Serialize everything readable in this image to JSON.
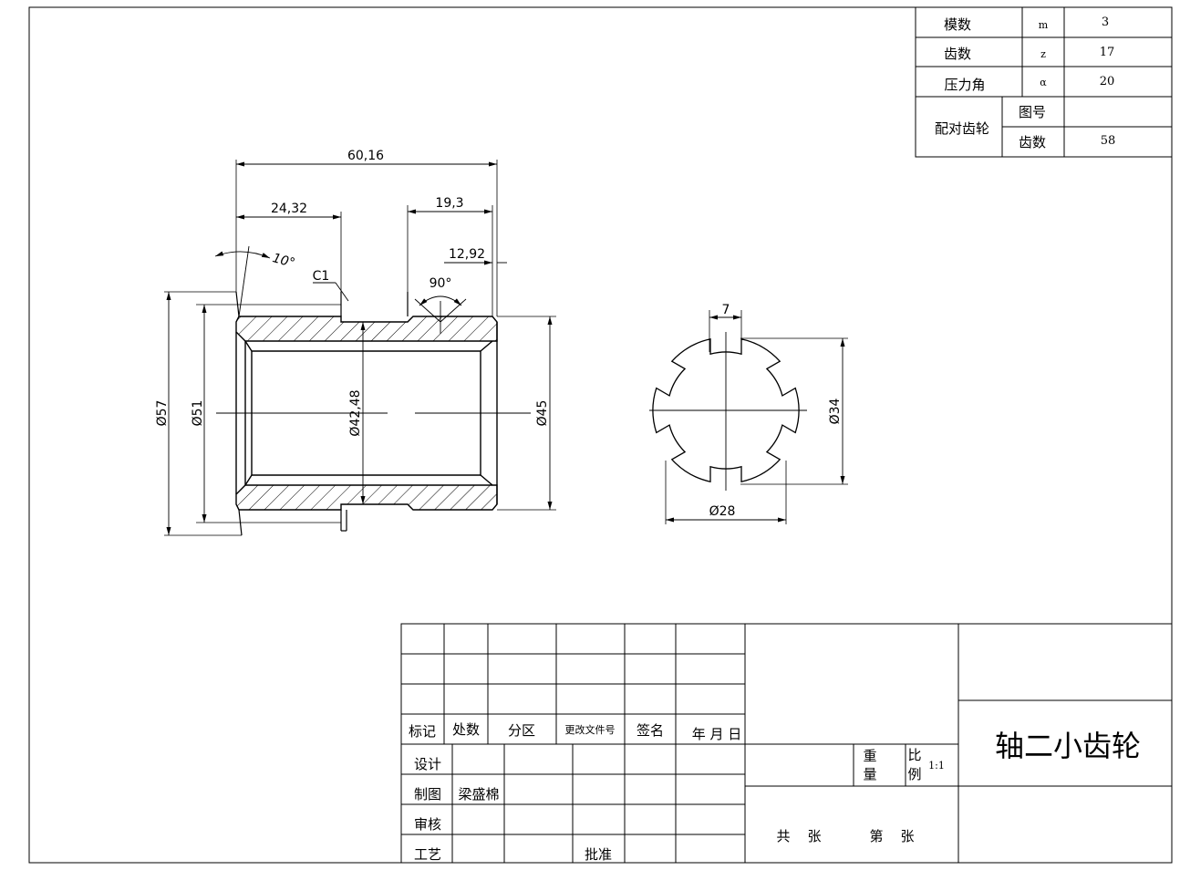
{
  "gear_params": {
    "rows": [
      {
        "name": "模数",
        "symbol": "m",
        "value": "3"
      },
      {
        "name": "齿数",
        "symbol": "z",
        "value": "17"
      },
      {
        "name": "压力角",
        "symbol": "α",
        "value": "20"
      }
    ],
    "mating": {
      "label": "配对齿轮",
      "drawing_no_label": "图号",
      "drawing_no_value": "",
      "teeth_label": "齿数",
      "teeth_value": "58"
    }
  },
  "section_view": {
    "dim_total_length": "60,16",
    "dim_left_step": "24,32",
    "dim_groove_pos": "19,3",
    "dim_right_step": "12,92",
    "angle_chamfer": "10°",
    "chamfer": "C1",
    "angle_groove": "90°",
    "dia_outer": "Ø57",
    "dia_left": "Ø51",
    "dia_bore": "Ø42,48",
    "dia_right": "Ø45"
  },
  "end_view": {
    "dim_key_width": "7",
    "dia_spline_major": "Ø34",
    "dia_spline_minor": "Ø28"
  },
  "title_block": {
    "revision_headers": [
      "标记",
      "处数",
      "分区",
      "更改文件号",
      "签名",
      "年 月 日"
    ],
    "role_design": "设计",
    "role_draft": "制图",
    "drafter_name": "梁盛棉",
    "role_review": "审核",
    "role_process": "工艺",
    "approve_label": "批准",
    "weight_label_1": "重",
    "weight_label_2": "量",
    "scale_label_1": "比",
    "scale_label_2": "例",
    "scale_value": "1:1",
    "sheets_total_label": "共    张",
    "sheet_no_label": "第    张",
    "part_name": "轴二小齿轮"
  }
}
